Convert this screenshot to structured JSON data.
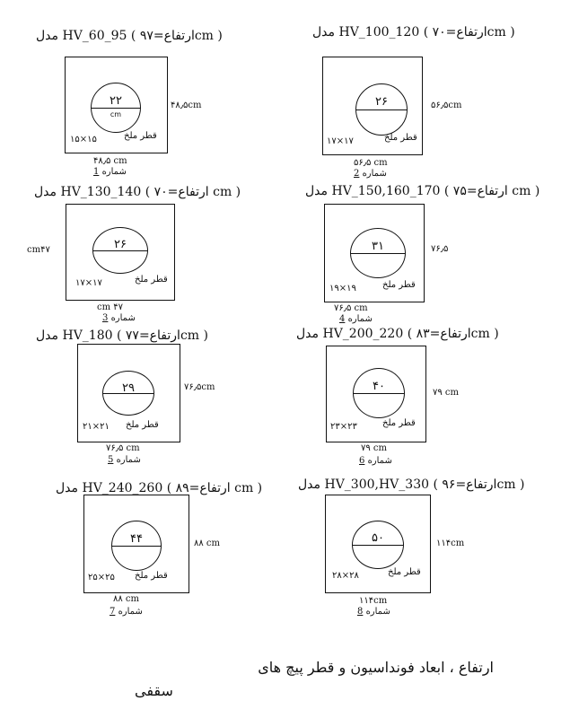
{
  "models": [
    {
      "title_model": "HV_60_95",
      "title_height": "( ارتفاع=۹۷cm )",
      "title_suffix": "مدل",
      "circle_value": "۲۲",
      "circle_unit": "cm",
      "right_dim": "۴۸٫۵cm",
      "bottom_dim": "۴۸٫۵ cm",
      "hole_size": "۱۵×۱۵",
      "hole_label": "قطر ملخ",
      "caption_prefix": "شماره",
      "caption_number": "1"
    },
    {
      "title_model": "HV_100_120",
      "title_height": "( ارتفاع=۷۰cm )",
      "title_suffix": "مدل",
      "circle_value": "۲۶",
      "circle_unit": "",
      "right_dim": "۵۶٫۵cm",
      "bottom_dim": "۵۶٫۵ cm",
      "hole_size": "۱۷×۱۷",
      "hole_label": "قطر ملخ",
      "caption_prefix": "شماره",
      "caption_number": "2"
    },
    {
      "title_model": "HV_130_140",
      "title_height": "( ارتفاع=۷۰ cm )",
      "title_suffix": "مدل",
      "circle_value": "۲۶",
      "circle_unit": "",
      "right_dim": "",
      "left_dim": "cm۴۷",
      "bottom_dim": "cm ۴۷",
      "hole_size": "۱۷×۱۷",
      "hole_label": "قطر ملخ",
      "caption_prefix": "شماره",
      "caption_number": "3"
    },
    {
      "title_model": "HV_150,160_170",
      "title_height": "( ارتفاع=۷۵ cm )",
      "title_suffix": "مدل",
      "circle_value": "۳۱",
      "circle_unit": "",
      "right_dim": "۷۶٫۵",
      "bottom_dim": "۷۶٫۵ cm",
      "hole_size": "۱۹×۱۹",
      "hole_label": "قطر ملخ",
      "caption_prefix": "شماره",
      "caption_number": "4"
    },
    {
      "title_model": "HV_180",
      "title_height": "( ارتفاع=۷۷cm )",
      "title_suffix": "مدل",
      "circle_value": "۲۹",
      "circle_unit": "",
      "right_dim": "۷۶٫۵cm",
      "bottom_dim": "۷۶٫۵ cm",
      "hole_size": "۲۱×۲۱",
      "hole_label": "قطر ملخ",
      "caption_prefix": "شماره",
      "caption_number": "5"
    },
    {
      "title_model": "HV_200_220",
      "title_height": "( ارتفاع=۸۳cm )",
      "title_suffix": "مدل",
      "circle_value": "۴۰",
      "circle_unit": "",
      "right_dim": "۷۹ cm",
      "bottom_dim": "۷۹ cm",
      "hole_size": "۲۳×۲۳",
      "hole_label": "قطر ملخ",
      "caption_prefix": "شماره",
      "caption_number": "6"
    },
    {
      "title_model": "HV_240_260",
      "title_height": "( ارتفاع=۸۹ cm )",
      "title_suffix": "مدل",
      "circle_value": "۴۴",
      "circle_unit": "",
      "right_dim": "۸۸ cm",
      "bottom_dim": "۸۸ cm",
      "hole_size": "۲۵×۲۵",
      "hole_label": "قطر ملخ",
      "caption_prefix": "شماره",
      "caption_number": "7"
    },
    {
      "title_model": "HV_300,HV_330",
      "title_height": "( ارتفاع=۹۶cm )",
      "title_suffix": "مدل",
      "circle_value": "۵۰",
      "circle_unit": "",
      "right_dim": "۱۱۴cm",
      "bottom_dim": "۱۱۴cm",
      "hole_size": "۲۸×۲۸",
      "hole_label": "قطر ملخ",
      "caption_prefix": "شماره",
      "caption_number": "8"
    }
  ],
  "footer": {
    "line1": "ارتفاع ، ابعاد فونداسیون و قطر پیچ های",
    "line2": "سقفی"
  }
}
